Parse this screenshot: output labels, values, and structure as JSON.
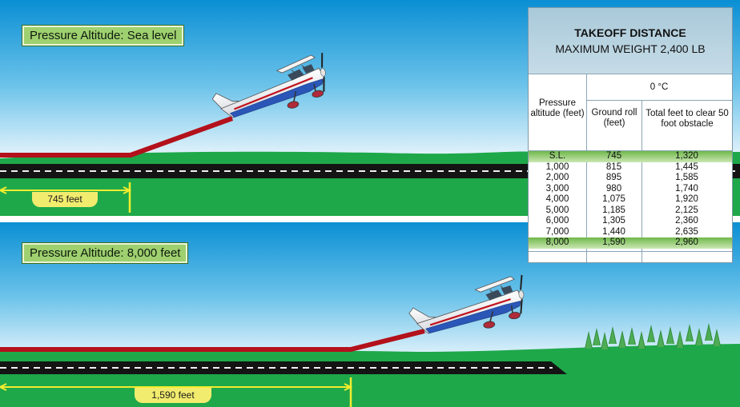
{
  "colors": {
    "sky_top": "#0f93d6",
    "sky_bottom": "#d7eef9",
    "grass": "#1ea84a",
    "runway": "#1a1a1a",
    "track": "#b3111b",
    "distance_marker": "#f2ec2e",
    "table_header": "#b7d3e1",
    "highlight_row": "#7cc25a"
  },
  "scenarios": [
    {
      "label": "Pressure Altitude: Sea level",
      "distance_label": "745 feet",
      "ground_roll_ft": 745
    },
    {
      "label": "Pressure Altitude: 8,000 feet",
      "distance_label": "1,590 feet",
      "ground_roll_ft": 1590
    }
  ],
  "table": {
    "title": "TAKEOFF DISTANCE",
    "subtitle": "MAXIMUM WEIGHT 2,400 LB",
    "temperature": "0 °C",
    "col_altitude": "Pressure altitude (feet)",
    "col_ground_roll": "Ground roll (feet)",
    "col_total": "Total feet to clear 50 foot obstacle",
    "rows": [
      {
        "altitude": "S.L.",
        "ground_roll": "745",
        "total": "1,320",
        "highlight": true
      },
      {
        "altitude": "1,000",
        "ground_roll": "815",
        "total": "1,445",
        "highlight": false
      },
      {
        "altitude": "2,000",
        "ground_roll": "895",
        "total": "1,585",
        "highlight": false
      },
      {
        "altitude": "3,000",
        "ground_roll": "980",
        "total": "1,740",
        "highlight": false
      },
      {
        "altitude": "4,000",
        "ground_roll": "1,075",
        "total": "1,920",
        "highlight": false
      },
      {
        "altitude": "5,000",
        "ground_roll": "1,185",
        "total": "2,125",
        "highlight": false
      },
      {
        "altitude": "6,000",
        "ground_roll": "1,305",
        "total": "2,360",
        "highlight": false
      },
      {
        "altitude": "7,000",
        "ground_roll": "1,440",
        "total": "2,635",
        "highlight": false
      },
      {
        "altitude": "8,000",
        "ground_roll": "1,590",
        "total": "2,960",
        "highlight": true
      }
    ]
  }
}
